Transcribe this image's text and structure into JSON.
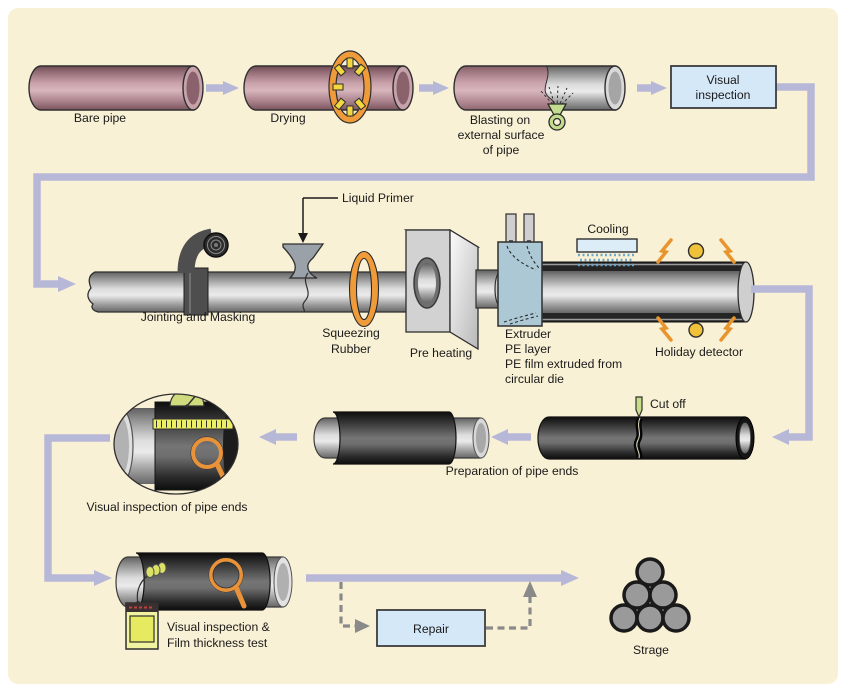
{
  "diagram": {
    "description": "Pipe PE-coating process flow diagram",
    "colors": {
      "background": "#f9f1d5",
      "flow_arrow": "#b7b8d8",
      "dashed_connector": "#8a8a8a",
      "process_box_fill": "#d5e8f8",
      "process_box_border": "#3c3c3c",
      "bare_pipe_pink": "#c09aa4",
      "steel_gray": "#d6d6d6",
      "pe_coating_dark": "#2b2b2b",
      "heater_ring_orange": "#ef9b3a",
      "heater_element_yellow": "#f2d73e",
      "holiday_detector_yellow": "#f0c23a",
      "extruder_blue": "#abc8d4",
      "cooling_tray_blue": "#dcedf8",
      "nozzle_green": "#c4dc8e"
    },
    "stage1": {
      "bare_pipe": "Bare pipe",
      "drying": "Drying",
      "blasting": [
        "Blasting on",
        "external surface",
        "of pipe"
      ],
      "visual_inspection": [
        "Visual",
        "inspection"
      ]
    },
    "stage2": {
      "jointing": "Jointing and Masking",
      "liquid_primer": "Liquid Primer",
      "squeezing": [
        "Squeezing",
        "Rubber"
      ],
      "pre_heating": "Pre heating",
      "extruder": [
        "Extruder",
        "PE layer",
        "PE film extruded from",
        "circular die"
      ],
      "cooling": "Cooling",
      "holiday_detector": "Holiday detector"
    },
    "stage3": {
      "cut_off": "Cut off",
      "preparation": "Preparation of pipe ends",
      "inspection_ends": "Visual inspection of pipe ends"
    },
    "stage4": {
      "test": [
        "Visual inspection &",
        "Film thickness test"
      ],
      "repair": "Repair",
      "storage": "Strage"
    }
  }
}
